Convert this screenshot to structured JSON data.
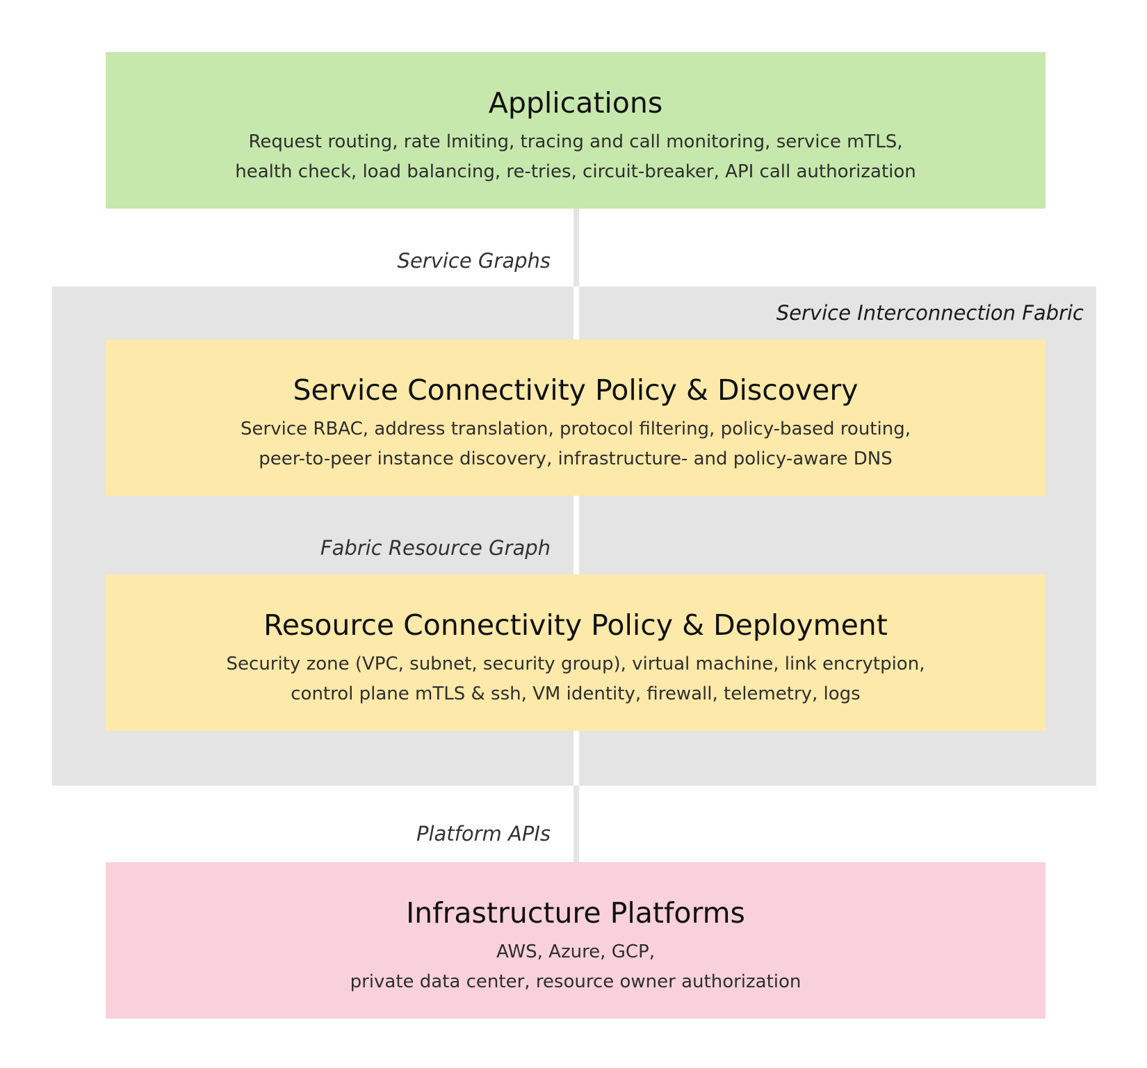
{
  "layers": {
    "applications": {
      "title": "Applications",
      "line1": "Request routing, rate lmiting, tracing and call monitoring, service mTLS,",
      "line2": "health check, load balancing, re-tries, circuit-breaker, API call authorization",
      "color": "#c7e8ad"
    },
    "service_connectivity": {
      "title": "Service Connectivity Policy & Discovery",
      "line1": "Service RBAC, address translation, protocol filtering, policy-based routing,",
      "line2": "peer-to-peer instance discovery, infrastructure- and policy-aware DNS",
      "color": "#fde9a9"
    },
    "resource_connectivity": {
      "title": "Resource Connectivity Policy & Deployment",
      "line1": "Security zone (VPC, subnet, security group), virtual machine, link encrytpion,",
      "line2": "control plane mTLS & ssh, VM identity, firewall, telemetry, logs",
      "color": "#fde9a9"
    },
    "infrastructure": {
      "title": "Infrastructure Platforms",
      "line1": "AWS, Azure, GCP,",
      "line2": "private data center, resource owner authorization",
      "color": "#f8d1dc"
    }
  },
  "interfaces": {
    "service_graphs": "Service Graphs",
    "fabric_resource_graph": "Fabric Resource Graph",
    "platform_apis": "Platform APIs"
  },
  "fabric": {
    "label": "Service Interconnection Fabric",
    "color": "#e4e4e4"
  }
}
